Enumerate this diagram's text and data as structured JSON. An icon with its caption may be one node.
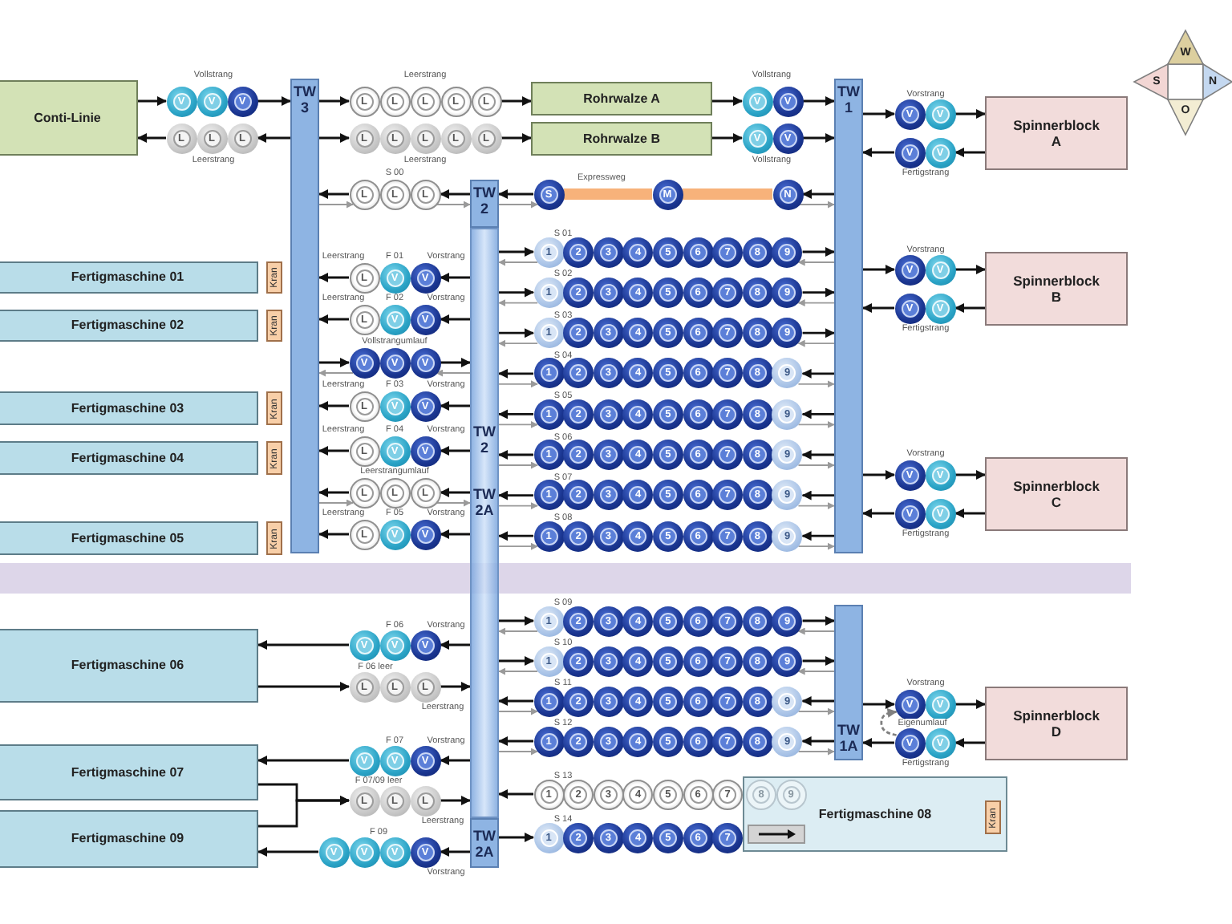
{
  "diagram": {
    "nodes": [
      {
        "text": [
          "Conti-Linie"
        ]
      },
      {
        "text": [
          "V"
        ]
      },
      {
        "text": [
          "V"
        ]
      },
      {
        "text": [
          "V"
        ]
      },
      {
        "text": [
          "L"
        ]
      },
      {
        "text": [
          "L"
        ]
      },
      {
        "text": [
          "L"
        ]
      },
      {
        "text": [
          "TW 3"
        ]
      },
      {
        "text": [
          "L"
        ]
      },
      {
        "text": [
          "L"
        ]
      },
      {
        "text": [
          "L"
        ]
      },
      {
        "text": [
          "L"
        ]
      },
      {
        "text": [
          "L"
        ]
      },
      {
        "text": [
          "L"
        ]
      },
      {
        "text": [
          "L"
        ]
      },
      {
        "text": [
          "L"
        ]
      },
      {
        "text": [
          "L"
        ]
      },
      {
        "text": [
          "L"
        ]
      },
      {
        "text": [
          "Rohrwalze A"
        ]
      },
      {
        "text": [
          "Rohrwalze B"
        ]
      },
      {
        "text": [
          "V"
        ]
      },
      {
        "text": [
          "V"
        ]
      },
      {
        "text": [
          "V"
        ]
      },
      {
        "text": [
          "V"
        ]
      },
      {
        "text": [
          "TW 1"
        ]
      },
      {
        "text": [
          "V"
        ]
      },
      {
        "text": [
          "V"
        ]
      },
      {
        "text": [
          "V"
        ]
      },
      {
        "text": [
          "V"
        ]
      },
      {
        "text": [
          "Spinnerblock A"
        ]
      },
      {
        "text": [
          "W"
        ]
      },
      {
        "text": [
          "S"
        ]
      },
      {
        "text": [
          "N"
        ]
      },
      {
        "text": [
          "O"
        ]
      },
      {
        "text": [
          "L"
        ]
      },
      {
        "text": [
          "L"
        ]
      },
      {
        "text": [
          "L"
        ]
      },
      {
        "text": [
          "TW 2"
        ]
      },
      {
        "text": [
          "S"
        ]
      },
      {
        "text": [
          "M"
        ]
      },
      {
        "text": [
          "N"
        ]
      },
      {
        "text": [
          "Fertigmaschine 01"
        ]
      },
      {
        "text": [
          "Kran"
        ]
      },
      {
        "text": [
          "L"
        ]
      },
      {
        "text": [
          "V"
        ]
      },
      {
        "text": [
          "V"
        ]
      },
      {
        "text": [
          "Fertigmaschine 02"
        ]
      },
      {
        "text": [
          "Kran"
        ]
      },
      {
        "text": [
          "L"
        ]
      },
      {
        "text": [
          "V"
        ]
      },
      {
        "text": [
          "V"
        ]
      },
      {
        "text": [
          "V"
        ]
      },
      {
        "text": [
          "V"
        ]
      },
      {
        "text": [
          "V"
        ]
      },
      {
        "text": [
          "Fertigmaschine 03"
        ]
      },
      {
        "text": [
          "Kran"
        ]
      },
      {
        "text": [
          "L"
        ]
      },
      {
        "text": [
          "V"
        ]
      },
      {
        "text": [
          "V"
        ]
      },
      {
        "text": [
          "Fertigmaschine 04"
        ]
      },
      {
        "text": [
          "Kran"
        ]
      },
      {
        "text": [
          "L"
        ]
      },
      {
        "text": [
          "V"
        ]
      },
      {
        "text": [
          "V"
        ]
      },
      {
        "text": [
          "L"
        ]
      },
      {
        "text": [
          "L"
        ]
      },
      {
        "text": [
          "L"
        ]
      },
      {
        "text": [
          "Fertigmaschine 05"
        ]
      },
      {
        "text": [
          "Kran"
        ]
      },
      {
        "text": [
          "L"
        ]
      },
      {
        "text": [
          "V"
        ]
      },
      {
        "text": [
          "V"
        ]
      },
      {
        "text": [
          "TW 2",
          "TW 2A"
        ]
      },
      {
        "text": [
          "1"
        ]
      },
      {
        "text": [
          "2"
        ]
      },
      {
        "text": [
          "3"
        ]
      },
      {
        "text": [
          "4"
        ]
      },
      {
        "text": [
          "5"
        ]
      },
      {
        "text": [
          "6"
        ]
      },
      {
        "text": [
          "7"
        ]
      },
      {
        "text": [
          "8"
        ]
      },
      {
        "text": [
          "9"
        ]
      },
      {
        "text": [
          "1"
        ]
      },
      {
        "text": [
          "2"
        ]
      },
      {
        "text": [
          "3"
        ]
      },
      {
        "text": [
          "4"
        ]
      },
      {
        "text": [
          "5"
        ]
      },
      {
        "text": [
          "6"
        ]
      },
      {
        "text": [
          "7"
        ]
      },
      {
        "text": [
          "8"
        ]
      },
      {
        "text": [
          "9"
        ]
      },
      {
        "text": [
          "1"
        ]
      },
      {
        "text": [
          "2"
        ]
      },
      {
        "text": [
          "3"
        ]
      },
      {
        "text": [
          "4"
        ]
      },
      {
        "text": [
          "5"
        ]
      },
      {
        "text": [
          "6"
        ]
      },
      {
        "text": [
          "7"
        ]
      },
      {
        "text": [
          "8"
        ]
      },
      {
        "text": [
          "9"
        ]
      },
      {
        "text": [
          "1"
        ]
      },
      {
        "text": [
          "2"
        ]
      },
      {
        "text": [
          "3"
        ]
      },
      {
        "text": [
          "4"
        ]
      },
      {
        "text": [
          "5"
        ]
      },
      {
        "text": [
          "6"
        ]
      },
      {
        "text": [
          "7"
        ]
      },
      {
        "text": [
          "8"
        ]
      },
      {
        "text": [
          "9"
        ]
      },
      {
        "text": [
          "1"
        ]
      },
      {
        "text": [
          "2"
        ]
      },
      {
        "text": [
          "3"
        ]
      },
      {
        "text": [
          "4"
        ]
      },
      {
        "text": [
          "5"
        ]
      },
      {
        "text": [
          "6"
        ]
      },
      {
        "text": [
          "7"
        ]
      },
      {
        "text": [
          "8"
        ]
      },
      {
        "text": [
          "9"
        ]
      },
      {
        "text": [
          "1"
        ]
      },
      {
        "text": [
          "2"
        ]
      },
      {
        "text": [
          "3"
        ]
      },
      {
        "text": [
          "4"
        ]
      },
      {
        "text": [
          "5"
        ]
      },
      {
        "text": [
          "6"
        ]
      },
      {
        "text": [
          "7"
        ]
      },
      {
        "text": [
          "8"
        ]
      },
      {
        "text": [
          "9"
        ]
      },
      {
        "text": [
          "1"
        ]
      },
      {
        "text": [
          "2"
        ]
      },
      {
        "text": [
          "3"
        ]
      },
      {
        "text": [
          "4"
        ]
      },
      {
        "text": [
          "5"
        ]
      },
      {
        "text": [
          "6"
        ]
      },
      {
        "text": [
          "7"
        ]
      },
      {
        "text": [
          "8"
        ]
      },
      {
        "text": [
          "9"
        ]
      },
      {
        "text": [
          "1"
        ]
      },
      {
        "text": [
          "2"
        ]
      },
      {
        "text": [
          "3"
        ]
      },
      {
        "text": [
          "4"
        ]
      },
      {
        "text": [
          "5"
        ]
      },
      {
        "text": [
          "6"
        ]
      },
      {
        "text": [
          "7"
        ]
      },
      {
        "text": [
          "8"
        ]
      },
      {
        "text": [
          "9"
        ]
      },
      {
        "text": [
          "V"
        ]
      },
      {
        "text": [
          "V"
        ]
      },
      {
        "text": [
          "V"
        ]
      },
      {
        "text": [
          "V"
        ]
      },
      {
        "text": [
          "Spinnerblock B"
        ]
      },
      {
        "text": [
          "V"
        ]
      },
      {
        "text": [
          "V"
        ]
      },
      {
        "text": [
          "V"
        ]
      },
      {
        "text": [
          "V"
        ]
      },
      {
        "text": [
          "Spinnerblock C"
        ]
      },
      {
        "text": [
          "Fertigmaschine 06"
        ]
      },
      {
        "text": [
          "V"
        ]
      },
      {
        "text": [
          "V"
        ]
      },
      {
        "text": [
          "V"
        ]
      },
      {
        "text": [
          "L"
        ]
      },
      {
        "text": [
          "L"
        ]
      },
      {
        "text": [
          "L"
        ]
      },
      {
        "text": [
          "1"
        ]
      },
      {
        "text": [
          "2"
        ]
      },
      {
        "text": [
          "3"
        ]
      },
      {
        "text": [
          "4"
        ]
      },
      {
        "text": [
          "5"
        ]
      },
      {
        "text": [
          "6"
        ]
      },
      {
        "text": [
          "7"
        ]
      },
      {
        "text": [
          "8"
        ]
      },
      {
        "text": [
          "9"
        ]
      },
      {
        "text": [
          "1"
        ]
      },
      {
        "text": [
          "2"
        ]
      },
      {
        "text": [
          "3"
        ]
      },
      {
        "text": [
          "4"
        ]
      },
      {
        "text": [
          "5"
        ]
      },
      {
        "text": [
          "6"
        ]
      },
      {
        "text": [
          "7"
        ]
      },
      {
        "text": [
          "8"
        ]
      },
      {
        "text": [
          "9"
        ]
      },
      {
        "text": [
          "1"
        ]
      },
      {
        "text": [
          "2"
        ]
      },
      {
        "text": [
          "3"
        ]
      },
      {
        "text": [
          "4"
        ]
      },
      {
        "text": [
          "5"
        ]
      },
      {
        "text": [
          "6"
        ]
      },
      {
        "text": [
          "7"
        ]
      },
      {
        "text": [
          "8"
        ]
      },
      {
        "text": [
          "9"
        ]
      },
      {
        "text": [
          "1"
        ]
      },
      {
        "text": [
          "2"
        ]
      },
      {
        "text": [
          "3"
        ]
      },
      {
        "text": [
          "4"
        ]
      },
      {
        "text": [
          "5"
        ]
      },
      {
        "text": [
          "6"
        ]
      },
      {
        "text": [
          "7"
        ]
      },
      {
        "text": [
          "8"
        ]
      },
      {
        "text": [
          "9"
        ]
      },
      {
        "text": [
          "TW 1A"
        ]
      },
      {
        "text": [
          "V"
        ]
      },
      {
        "text": [
          "V"
        ]
      },
      {
        "text": [
          "V"
        ]
      },
      {
        "text": [
          "V"
        ]
      },
      {
        "text": [
          "Spinnerblock D"
        ]
      },
      {
        "text": [
          "Fertigmaschine 07"
        ]
      },
      {
        "text": [
          "V"
        ]
      },
      {
        "text": [
          "V"
        ]
      },
      {
        "text": [
          "V"
        ]
      },
      {
        "text": [
          "L"
        ]
      },
      {
        "text": [
          "L"
        ]
      },
      {
        "text": [
          "L"
        ]
      },
      {
        "text": [
          "Fertigmaschine 08"
        ]
      },
      {
        "text": [
          "Kran"
        ],
        "in": 211
      },
      {
        "text": [
          "1"
        ]
      },
      {
        "text": [
          "2"
        ]
      },
      {
        "text": [
          "3"
        ]
      },
      {
        "text": [
          "4"
        ]
      },
      {
        "text": [
          "5"
        ]
      },
      {
        "text": [
          "6"
        ]
      },
      {
        "text": [
          "7"
        ]
      },
      {
        "text": [
          "8"
        ],
        "in": 211
      },
      {
        "text": [
          "9"
        ],
        "in": 211
      },
      {
        "text": [
          "1"
        ]
      },
      {
        "text": [
          "2"
        ]
      },
      {
        "text": [
          "3"
        ]
      },
      {
        "text": [
          "4"
        ]
      },
      {
        "text": [
          "5"
        ]
      },
      {
        "text": [
          "6"
        ]
      },
      {
        "text": [
          "7"
        ]
      },
      {
        "text": [
          "Fertigmaschine 09"
        ]
      },
      {
        "text": [
          "V"
        ]
      },
      {
        "text": [
          "V"
        ]
      },
      {
        "text": [
          "V"
        ]
      },
      {
        "text": [
          "V"
        ]
      },
      {
        "text": [
          "TW 2A"
        ]
      },
      {
        "text": [],
        "shape": "bar"
      }
    ],
    "edges": [
      {
        "from": 0,
        "to": 1,
        "arrow": "to"
      },
      {
        "from": 3,
        "to": 7,
        "arrow": "to"
      },
      {
        "from": 7,
        "to": 6,
        "arrow": "to"
      },
      {
        "from": 4,
        "to": 0,
        "arrow": "to"
      },
      {
        "from": 7,
        "to": 8,
        "arrow": "to"
      },
      {
        "from": 12,
        "to": 18,
        "arrow": "to"
      },
      {
        "from": 7,
        "to": 13,
        "arrow": "to"
      },
      {
        "from": 17,
        "to": 19,
        "arrow": "to"
      },
      {
        "from": 18,
        "to": 20,
        "arrow": "to"
      },
      {
        "from": 21,
        "to": 24,
        "arrow": "to"
      },
      {
        "from": 19,
        "to": 22,
        "arrow": "to"
      },
      {
        "from": 23,
        "to": 24,
        "arrow": "to"
      },
      {
        "from": 24,
        "to": 25,
        "arrow": "to"
      },
      {
        "from": 26,
        "to": 29,
        "arrow": "to"
      },
      {
        "from": 29,
        "to": 28,
        "arrow": "to"
      },
      {
        "from": 27,
        "to": 24,
        "arrow": "to"
      },
      {
        "from": 37,
        "to": 36,
        "arrow": "to"
      },
      {
        "from": 34,
        "to": 7,
        "arrow": "to"
      },
      {
        "from": 24,
        "to": 40,
        "arrow": "to"
      },
      {
        "from": 38,
        "to": 37,
        "arrow": "to"
      },
      {
        "from": 72,
        "to": 45,
        "arrow": "to"
      },
      {
        "from": 43,
        "to": 7,
        "arrow": "to"
      },
      {
        "from": 72,
        "to": 50,
        "arrow": "to"
      },
      {
        "from": 48,
        "to": 7,
        "arrow": "to"
      },
      {
        "from": 7,
        "to": 51,
        "arrow": "to"
      },
      {
        "from": 53,
        "to": 72,
        "arrow": "to"
      },
      {
        "from": 72,
        "to": 58,
        "arrow": "to"
      },
      {
        "from": 56,
        "to": 7,
        "arrow": "to"
      },
      {
        "from": 72,
        "to": 63,
        "arrow": "to"
      },
      {
        "from": 61,
        "to": 7,
        "arrow": "to"
      },
      {
        "from": 72,
        "to": 66,
        "arrow": "to"
      },
      {
        "from": 64,
        "to": 7,
        "arrow": "to"
      },
      {
        "from": 72,
        "to": 71,
        "arrow": "to"
      },
      {
        "from": 69,
        "to": 7,
        "arrow": "to"
      },
      {
        "from": 72,
        "to": 73,
        "arrow": "to"
      },
      {
        "from": 81,
        "to": 24,
        "arrow": "to"
      },
      {
        "from": 72,
        "to": 82,
        "arrow": "to"
      },
      {
        "from": 90,
        "to": 24,
        "arrow": "to"
      },
      {
        "from": 72,
        "to": 91,
        "arrow": "to"
      },
      {
        "from": 99,
        "to": 24,
        "arrow": "to"
      },
      {
        "from": 24,
        "to": 108,
        "arrow": "to"
      },
      {
        "from": 100,
        "to": 72,
        "arrow": "to"
      },
      {
        "from": 24,
        "to": 117,
        "arrow": "to"
      },
      {
        "from": 109,
        "to": 72,
        "arrow": "to"
      },
      {
        "from": 24,
        "to": 126,
        "arrow": "to"
      },
      {
        "from": 118,
        "to": 72,
        "arrow": "to"
      },
      {
        "from": 24,
        "to": 135,
        "arrow": "to"
      },
      {
        "from": 127,
        "to": 72,
        "arrow": "to"
      },
      {
        "from": 24,
        "to": 144,
        "arrow": "to"
      },
      {
        "from": 136,
        "to": 72,
        "arrow": "to"
      },
      {
        "from": 24,
        "to": 145,
        "arrow": "to"
      },
      {
        "from": 146,
        "to": 149,
        "arrow": "to"
      },
      {
        "from": 149,
        "to": 148,
        "arrow": "to"
      },
      {
        "from": 147,
        "to": 24,
        "arrow": "to"
      },
      {
        "from": 24,
        "to": 150,
        "arrow": "to"
      },
      {
        "from": 151,
        "to": 154,
        "arrow": "to"
      },
      {
        "from": 154,
        "to": 153,
        "arrow": "to"
      },
      {
        "from": 152,
        "to": 24,
        "arrow": "to"
      },
      {
        "from": 72,
        "to": 158,
        "arrow": "to"
      },
      {
        "from": 156,
        "to": 155,
        "arrow": "to"
      },
      {
        "from": 155,
        "to": 159,
        "arrow": "to"
      },
      {
        "from": 161,
        "to": 72,
        "arrow": "to"
      },
      {
        "from": 72,
        "to": 162,
        "arrow": "to"
      },
      {
        "from": 170,
        "to": 198,
        "arrow": "to"
      },
      {
        "from": 72,
        "to": 171,
        "arrow": "to"
      },
      {
        "from": 179,
        "to": 198,
        "arrow": "to"
      },
      {
        "from": 198,
        "to": 188,
        "arrow": "to"
      },
      {
        "from": 180,
        "to": 72,
        "arrow": "to"
      },
      {
        "from": 198,
        "to": 197,
        "arrow": "to"
      },
      {
        "from": 189,
        "to": 72,
        "arrow": "to"
      },
      {
        "from": 198,
        "to": 199,
        "arrow": "to"
      },
      {
        "from": 200,
        "to": 203,
        "arrow": "to"
      },
      {
        "from": 203,
        "to": 202,
        "arrow": "to"
      },
      {
        "from": 201,
        "to": 198,
        "arrow": "to"
      },
      {
        "from": 201,
        "to": 199,
        "arrow": "to",
        "label": "Eigenumlauf",
        "style": "dashed",
        "color": "#808080"
      },
      {
        "from": 72,
        "to": 207,
        "arrow": "to"
      },
      {
        "from": 205,
        "to": 204,
        "arrow": "to"
      },
      {
        "from": 204,
        "to": 208,
        "arrow": "to"
      },
      {
        "from": 229,
        "to": 208,
        "arrow": "to"
      },
      {
        "from": 210,
        "to": 72,
        "arrow": "to"
      },
      {
        "from": 213,
        "to": 72,
        "arrow": "to"
      },
      {
        "from": 234,
        "to": 222,
        "arrow": "to"
      },
      {
        "from": 234,
        "to": 233,
        "arrow": "to"
      },
      {
        "from": 230,
        "to": 229,
        "arrow": "to"
      },
      {
        "from": 36,
        "to": 37,
        "arrow": "to",
        "color": "#9a9a9a"
      },
      {
        "from": 7,
        "to": 34,
        "arrow": "to",
        "color": "#9a9a9a"
      },
      {
        "from": 40,
        "to": 24,
        "arrow": "to",
        "color": "#9a9a9a"
      },
      {
        "from": 37,
        "to": 38,
        "arrow": "to",
        "color": "#9a9a9a"
      },
      {
        "from": 51,
        "to": 7,
        "arrow": "to",
        "color": "#9a9a9a"
      },
      {
        "from": 72,
        "to": 53,
        "arrow": "to",
        "color": "#9a9a9a"
      },
      {
        "from": 66,
        "to": 72,
        "arrow": "to",
        "color": "#9a9a9a"
      },
      {
        "from": 7,
        "to": 64,
        "arrow": "to",
        "color": "#9a9a9a"
      },
      {
        "from": 73,
        "to": 72,
        "arrow": "to",
        "color": "#9a9a9a"
      },
      {
        "from": 24,
        "to": 81,
        "arrow": "to",
        "color": "#9a9a9a"
      },
      {
        "from": 82,
        "to": 72,
        "arrow": "to",
        "color": "#9a9a9a"
      },
      {
        "from": 24,
        "to": 90,
        "arrow": "to",
        "color": "#9a9a9a"
      },
      {
        "from": 91,
        "to": 72,
        "arrow": "to",
        "color": "#9a9a9a"
      },
      {
        "from": 24,
        "to": 99,
        "arrow": "to",
        "color": "#9a9a9a"
      },
      {
        "from": 108,
        "to": 24,
        "arrow": "to",
        "color": "#9a9a9a"
      },
      {
        "from": 72,
        "to": 100,
        "arrow": "to",
        "color": "#9a9a9a"
      },
      {
        "from": 117,
        "to": 24,
        "arrow": "to",
        "color": "#9a9a9a"
      },
      {
        "from": 72,
        "to": 109,
        "arrow": "to",
        "color": "#9a9a9a"
      },
      {
        "from": 126,
        "to": 24,
        "arrow": "to",
        "color": "#9a9a9a"
      },
      {
        "from": 72,
        "to": 118,
        "arrow": "to",
        "color": "#9a9a9a"
      },
      {
        "from": 135,
        "to": 24,
        "arrow": "to",
        "color": "#9a9a9a"
      },
      {
        "from": 72,
        "to": 127,
        "arrow": "to",
        "color": "#9a9a9a"
      },
      {
        "from": 144,
        "to": 24,
        "arrow": "to",
        "color": "#9a9a9a"
      },
      {
        "from": 72,
        "to": 136,
        "arrow": "to",
        "color": "#9a9a9a"
      },
      {
        "from": 162,
        "to": 72,
        "arrow": "to",
        "color": "#9a9a9a"
      },
      {
        "from": 198,
        "to": 170,
        "arrow": "to",
        "color": "#9a9a9a"
      },
      {
        "from": 171,
        "to": 72,
        "arrow": "to",
        "color": "#9a9a9a"
      },
      {
        "from": 198,
        "to": 179,
        "arrow": "to",
        "color": "#9a9a9a"
      },
      {
        "from": 188,
        "to": 198,
        "arrow": "to",
        "color": "#9a9a9a"
      },
      {
        "from": 72,
        "to": 180,
        "arrow": "to",
        "color": "#9a9a9a"
      },
      {
        "from": 197,
        "to": 198,
        "arrow": "to",
        "color": "#9a9a9a"
      },
      {
        "from": 72,
        "to": 189,
        "arrow": "to",
        "color": "#9a9a9a"
      },
      {
        "from": 38,
        "to": 39,
        "arrow": "none",
        "style": "thick",
        "color": "#f7b27a"
      },
      {
        "from": 39,
        "to": 40,
        "arrow": "none",
        "style": "thick",
        "color": "#f7b27a"
      }
    ],
    "labels": [
      "Vollstrang",
      "Leerstrang",
      "Vollstrang",
      "Vorstrang",
      "Leerstrang",
      "Leerstrang",
      "Vollstrang",
      "S 00",
      "Fertigstrang",
      "Expressweg",
      "S 01",
      "Leerstrang",
      "F 01",
      "Vorstrang",
      "Vorstrang",
      "S 02",
      "Leerstrang",
      "F 02",
      "Vorstrang",
      "S 03",
      "Fertigstrang",
      "Vollstrangumlauf",
      "S 04",
      "Leerstrang",
      "F 03",
      "Vorstrang",
      "S 05",
      "Leerstrang",
      "F 04",
      "Vorstrang",
      "S 06",
      "Vorstrang",
      "Leerstrangumlauf",
      "S 07",
      "Leerstrang",
      "F 05",
      "Vorstrang",
      "S 08",
      "Fertigstrang",
      "S 09",
      "F 06",
      "Vorstrang",
      "S 10",
      "F 06 leer",
      "S 11",
      "Vorstrang",
      "Leerstrang",
      "S 12",
      "F 07",
      "Vorstrang",
      "Fertigstrang",
      "F 07/09 leer",
      "S 13",
      "Leerstrang",
      "S 14",
      "F 09",
      "Vorstrang"
    ]
  }
}
